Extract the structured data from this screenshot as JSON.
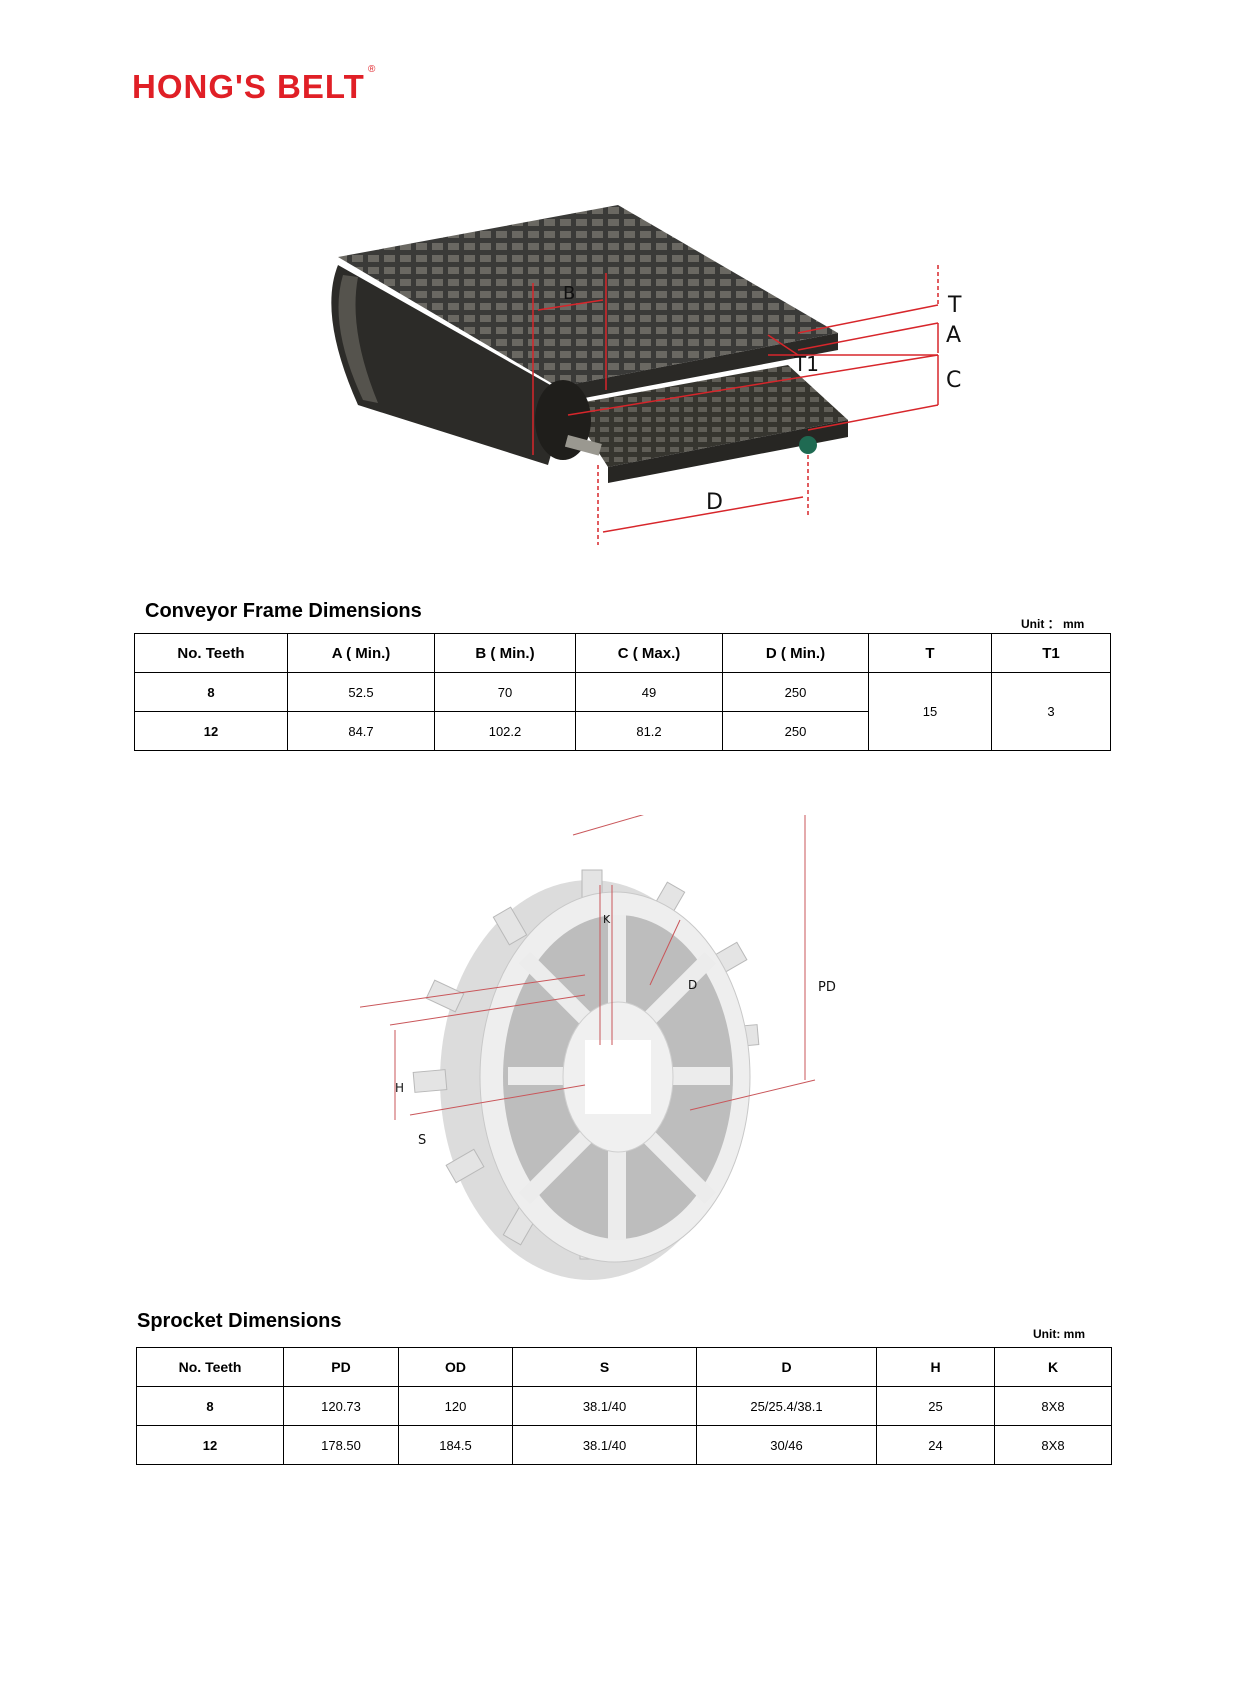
{
  "brand": {
    "name": "HONG'S BELT",
    "registered": "®",
    "color": "#e01f26"
  },
  "figure1": {
    "labels": {
      "b": "B",
      "t": "T",
      "a": "A",
      "t1": "T1",
      "c": "C",
      "d": "D"
    }
  },
  "frame_table": {
    "title": "Conveyor Frame Dimensions",
    "unit": "Unit ： mm",
    "headers": [
      "No. Teeth",
      "A ( Min.)",
      "B ( Min.)",
      "C ( Max.)",
      "D ( Min.)",
      "T",
      "T1"
    ],
    "rows": [
      [
        "8",
        "52.5",
        "70",
        "49",
        "250"
      ],
      [
        "12",
        "84.7",
        "102.2",
        "81.2",
        "250"
      ]
    ],
    "t_value": "15",
    "t1_value": "3"
  },
  "figure2": {
    "labels": {
      "k": "K",
      "d": "D",
      "pd": "PD",
      "h": "H",
      "s": "S"
    }
  },
  "sprocket_table": {
    "title": "Sprocket Dimensions",
    "unit": "Unit: mm",
    "headers": [
      "No. Teeth",
      "PD",
      "OD",
      "S",
      "D",
      "H",
      "K"
    ],
    "rows": [
      [
        "8",
        "120.73",
        "120",
        "38.1/40",
        "25/25.4/38.1",
        "25",
        "8X8"
      ],
      [
        "12",
        "178.50",
        "184.5",
        "38.1/40",
        "30/46",
        "24",
        "8X8"
      ]
    ]
  }
}
